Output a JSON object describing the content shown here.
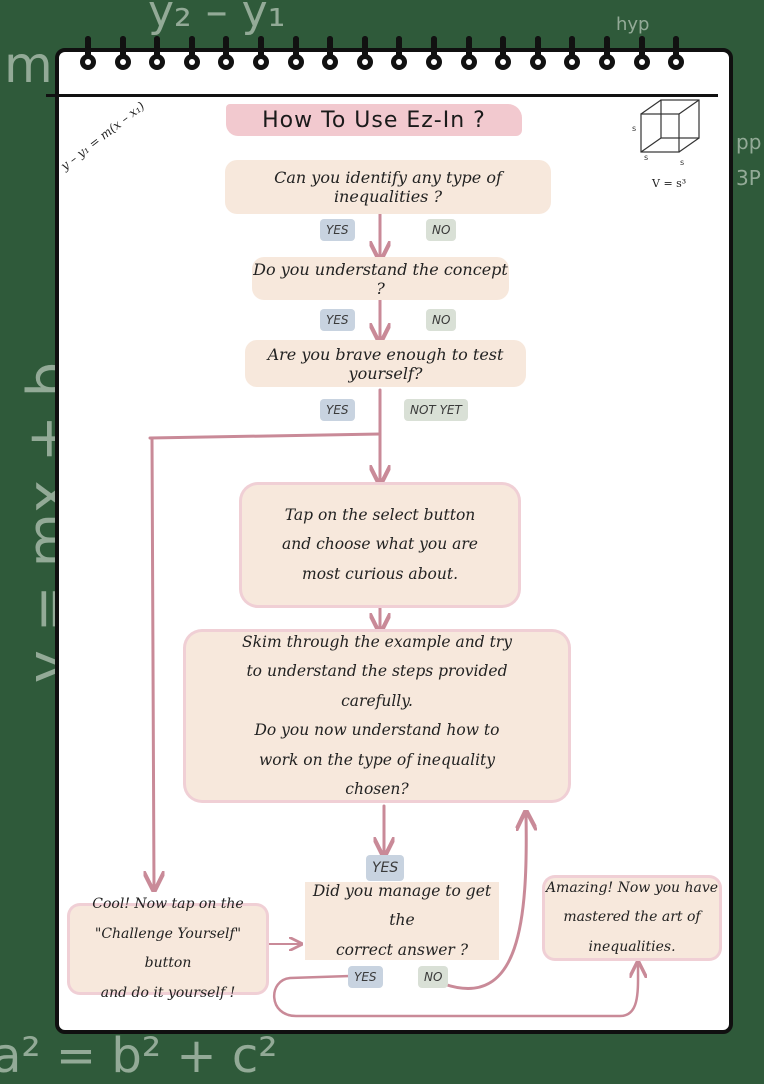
{
  "page": {
    "title": "How To Use Ez-In ?"
  },
  "background_chalk": {
    "top": "y₂ – y₁",
    "top_left": "m",
    "top_right": "hyp",
    "left_vertical": "y = mx + b",
    "bottom_left": "a² = b² + c²",
    "right_edge_1": "pp",
    "right_edge_2": "3P"
  },
  "doodles": {
    "point_slope": "y – y₁ = m(x – x₁)",
    "cube_side": "s",
    "cube_formula": "V = s³"
  },
  "nodes": {
    "q1": "Can you identify any type of inequalities ?",
    "q2": "Do you understand the concept ?",
    "q3": "Are you brave enough to test yourself?",
    "select_lines": [
      "Tap on the select button",
      "and choose what you are",
      "most curious about."
    ],
    "example_lines": [
      "Skim through the example and try",
      "to understand the steps provided",
      "carefully.",
      "Do you now understand how to",
      "work on the type of inequality",
      "chosen?"
    ],
    "manage_lines": [
      "Did you manage to get the",
      "correct answer ?"
    ],
    "challenge_lines": [
      "Cool! Now tap on the",
      "\"Challenge Yourself\" button",
      "and do it yourself !"
    ],
    "amazing_lines": [
      "Amazing! Now you have",
      "mastered the art of",
      "inequalities."
    ]
  },
  "labels": {
    "q1_yes": "YES",
    "q1_no": "NO",
    "q2_yes": "YES",
    "q2_no": "NO",
    "q3_yes": "YES",
    "q3_notyet": "NOT YET",
    "example_yes": "YES",
    "manage_yes": "YES",
    "manage_no": "NO"
  },
  "colors": {
    "chalkboard": "#2f5a3a",
    "arrow": "#c98a98",
    "box_fill": "#f7e8dc",
    "title_highlight": "#f2c9cf",
    "yes_pill": "#c8d3e0",
    "no_pill": "#d9e0d6"
  }
}
